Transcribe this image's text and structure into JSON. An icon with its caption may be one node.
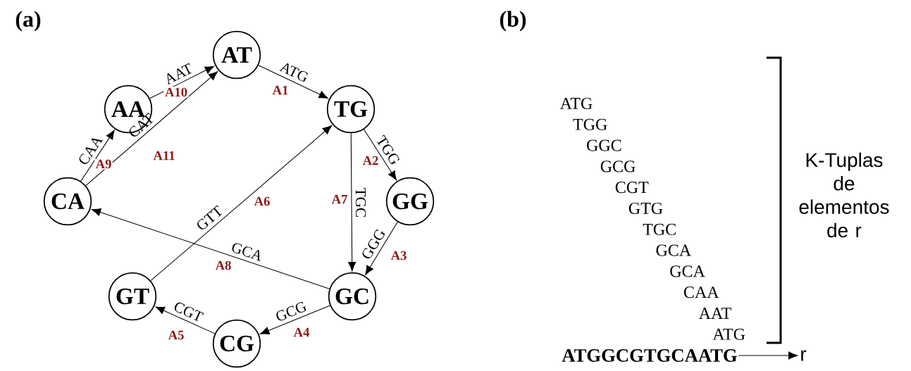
{
  "diagram": {
    "nodes": [
      {
        "text": [
          "AT"
        ]
      },
      {
        "text": [
          "AA"
        ]
      },
      {
        "text": [
          "TG"
        ]
      },
      {
        "text": [
          "CA"
        ]
      },
      {
        "text": [
          "GG"
        ]
      },
      {
        "text": [
          "GT"
        ]
      },
      {
        "text": [
          "GC"
        ]
      },
      {
        "text": [
          "CG"
        ]
      },
      {
        "text": [
          "ATGGCGTGCAATG"
        ]
      },
      {
        "text": [
          "r"
        ]
      }
    ],
    "edges": [
      {
        "from": 0,
        "to": 2,
        "arrow": "to",
        "label": "ATG"
      },
      {
        "from": 2,
        "to": 4,
        "arrow": "to",
        "label": "TGG"
      },
      {
        "from": 4,
        "to": 6,
        "arrow": "to",
        "label": "GGG"
      },
      {
        "from": 6,
        "to": 7,
        "arrow": "to",
        "label": "GCG"
      },
      {
        "from": 7,
        "to": 5,
        "arrow": "to",
        "label": "CGT"
      },
      {
        "from": 5,
        "to": 2,
        "arrow": "to",
        "label": "GTT"
      },
      {
        "from": 2,
        "to": 6,
        "arrow": "to",
        "label": "TGC"
      },
      {
        "from": 6,
        "to": 3,
        "arrow": "to",
        "label": "GCA"
      },
      {
        "from": 3,
        "to": 1,
        "arrow": "to",
        "label": "CAA"
      },
      {
        "from": 1,
        "to": 0,
        "arrow": "to",
        "label": "AAT"
      },
      {
        "from": 3,
        "to": 0,
        "arrow": "to",
        "label": "CAT"
      },
      {
        "from": 8,
        "to": 9,
        "arrow": "to"
      }
    ],
    "labels": [
      "(a)",
      "(b)",
      "A1",
      "A2",
      "A3",
      "A4",
      "A5",
      "A6",
      "A7",
      "A8",
      "A9",
      "A10",
      "A11",
      "ATG",
      "TGG",
      "GGC",
      "GCG",
      "CGT",
      "GTG",
      "TGC",
      "GCA",
      "GCA",
      "CAA",
      "AAT",
      "ATG",
      "K-Tuplas de elementos de r"
    ]
  }
}
